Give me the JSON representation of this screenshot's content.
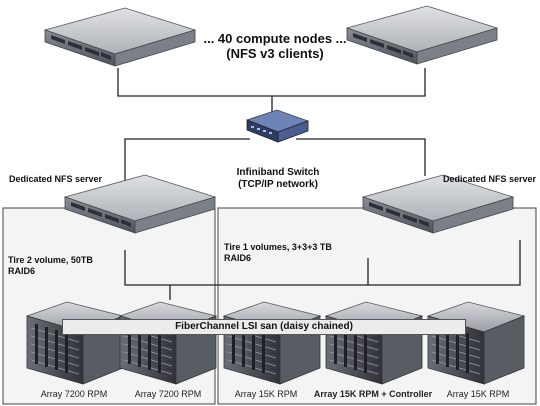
{
  "title": {
    "line1": "... 40 compute nodes ...",
    "line2": "(NFS v3 clients)"
  },
  "switch": {
    "line1": "Infiniband Switch",
    "line2": "(TCP/IP network)"
  },
  "servers": {
    "left_label": "Dedicated NFS server",
    "right_label": "Dedicated NFS server"
  },
  "volumes": {
    "tier2_line1": "Tire 2 volume, 50TB",
    "tier2_line2": "RAID6",
    "tier1_line1": "Tire 1 volumes, 3+3+3 TB",
    "tier1_line2": "RAID6"
  },
  "san": {
    "label": "FiberChannel LSI san (daisy chained)"
  },
  "arrays": [
    {
      "label": "Array 7200 RPM",
      "bold": false
    },
    {
      "label": "Array 7200 RPM",
      "bold": false
    },
    {
      "label": "Array  15K RPM",
      "bold": false
    },
    {
      "label": "Array 15K RPM + Controller",
      "bold": true
    },
    {
      "label": "Array  15K RPM",
      "bold": false
    }
  ],
  "colors": {
    "server_top": "#c9ccd1",
    "server_front": "#6d727a",
    "array_body": "#4a4e55",
    "switch_body": "#5a6f9e",
    "switch_led": "#7fb2ff",
    "cable": "#222222",
    "frame": "#444444",
    "frame_fill": "#f2f2f2"
  }
}
